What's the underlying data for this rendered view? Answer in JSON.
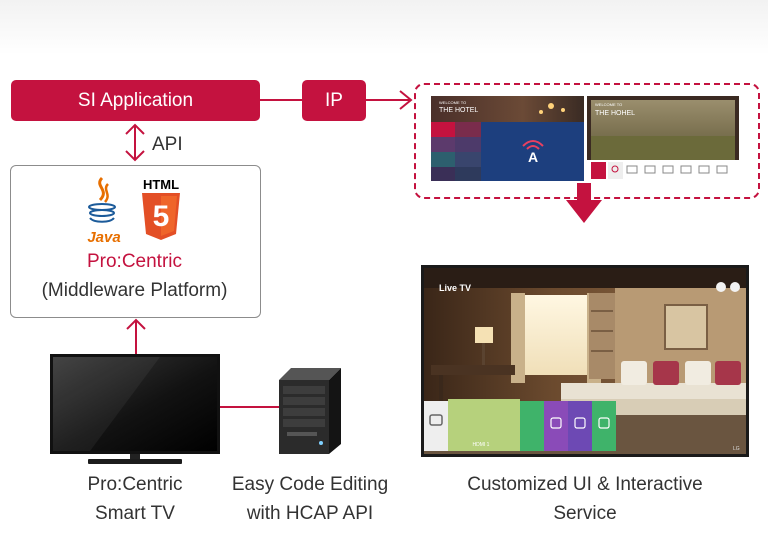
{
  "si_app": {
    "label": "SI Application"
  },
  "ip": {
    "label": "IP"
  },
  "api": {
    "label": "API"
  },
  "middleware": {
    "brand": "Pro:Centric",
    "subtitle": "(Middleware Platform)",
    "java_text": "Java",
    "html_text": "HTML",
    "html_version": "5"
  },
  "screens": {
    "left": {
      "line1": "WELCOME TO",
      "line2": "THE HOTEL"
    },
    "right": {
      "line1": "WELCOME TO",
      "line2": "THE HOHEL"
    }
  },
  "tv_screen": {
    "title": "Live TV",
    "tile_label": "HDMI 1",
    "badge": "LG"
  },
  "captions": {
    "tv_line1": "Pro:Centric",
    "tv_line2": "Smart TV",
    "server_line1": "Easy Code Editing",
    "server_line2": "with HCAP API",
    "ui_line1": "Customized UI & Interactive",
    "ui_line2": "Service"
  },
  "colors": {
    "accent": "#c4123f",
    "border": "#8c8c8c",
    "text": "#333333"
  }
}
